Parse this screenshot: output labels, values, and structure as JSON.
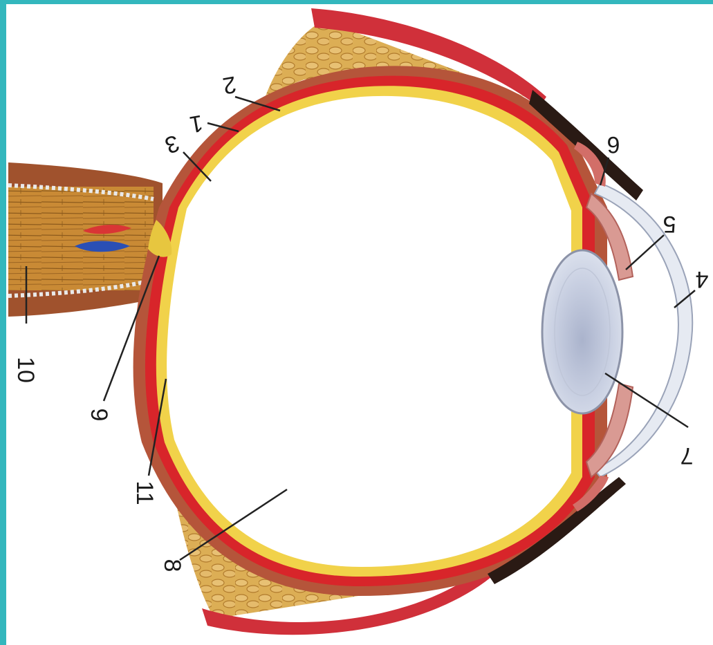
{
  "diagram": {
    "labels": [
      "1",
      "2",
      "3",
      "4",
      "5",
      "6",
      "7",
      "8",
      "9",
      "10",
      "11"
    ]
  },
  "colors": {
    "frame": "#33b7bd",
    "sclera": "#b5553a",
    "choroid": "#d8252a",
    "retina": "#f1d24a",
    "fat": "#d8a648",
    "nerve": "#c9852d",
    "artery": "#d93535",
    "vein": "#2a4fb5",
    "lens": "#c8d0e3",
    "cornea": "#e6eaf2"
  }
}
